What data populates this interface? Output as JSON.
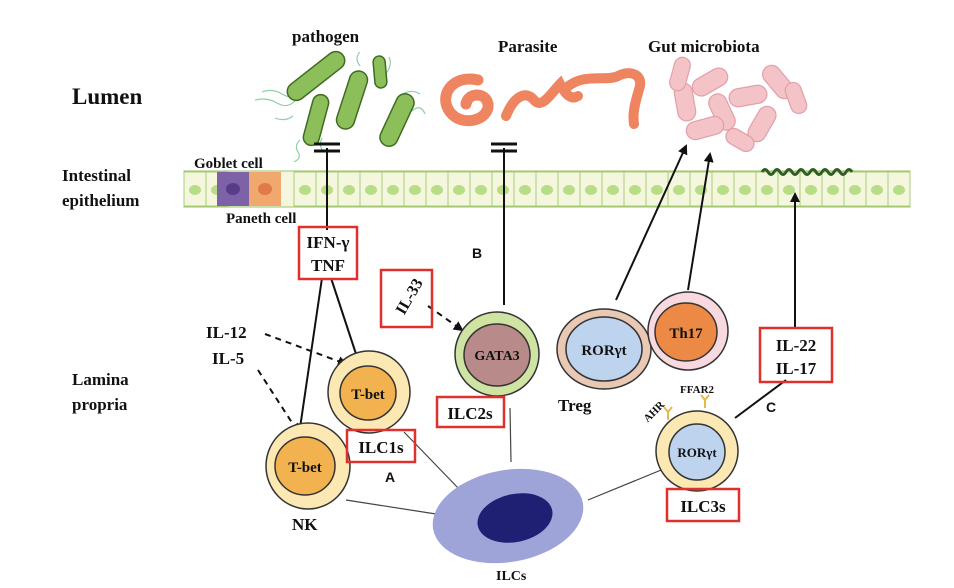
{
  "regions": {
    "lumen": "Lumen",
    "epithelium_line1": "Intestinal",
    "epithelium_line2": "epithelium",
    "lamina_line1": "Lamina",
    "lamina_line2": "propria"
  },
  "microbes": {
    "pathogen": "pathogen",
    "parasite": "Parasite",
    "gut_microbiota": "Gut microbiota"
  },
  "epithelial_cells": {
    "goblet": "Goblet cell",
    "paneth": "Paneth cell"
  },
  "cytokines": {
    "ifn_gamma": "IFN-γ",
    "tnf": "TNF",
    "il33": "IL-33",
    "il12": "IL-12",
    "il5": "IL-5",
    "il22": "IL-22",
    "il17": "IL-17"
  },
  "transcription_factors": {
    "tbet_ilc1": "T-bet",
    "tbet_nk": "T-bet",
    "gata3": "GATA3",
    "rorgt_treg": "RORγt",
    "th17": "Th17",
    "rorgt_ilc3": "RORγt"
  },
  "receptors": {
    "ahr": "AHR",
    "ffar2": "FFAR2"
  },
  "cell_labels": {
    "ilc1s": "ILC1s",
    "ilc2s": "ILC2s",
    "ilc3s": "ILC3s",
    "nk": "NK",
    "treg": "Treg",
    "ilcs": "ILCs"
  },
  "panel_letters": {
    "a": "A",
    "b": "B",
    "c": "C"
  },
  "colors": {
    "highlight_box": "#e0302c",
    "bacteria": "#8cbf5a",
    "parasite": "#ef8460",
    "microbiota": "#f3c3c7",
    "ilc_body": "#9ea3d8",
    "ilc_nucleus": "#1f1f74",
    "tbet_nucleus": "#f2b24f",
    "tbet_cell": "#fbe8b3",
    "gata3_cell": "#cfe4a3",
    "gata3_nucleus": "#b88b8a",
    "rorgt_nucleus": "#bed3ee",
    "th17_nucleus": "#ec8a45",
    "th17_cell": "#f7d9df"
  }
}
